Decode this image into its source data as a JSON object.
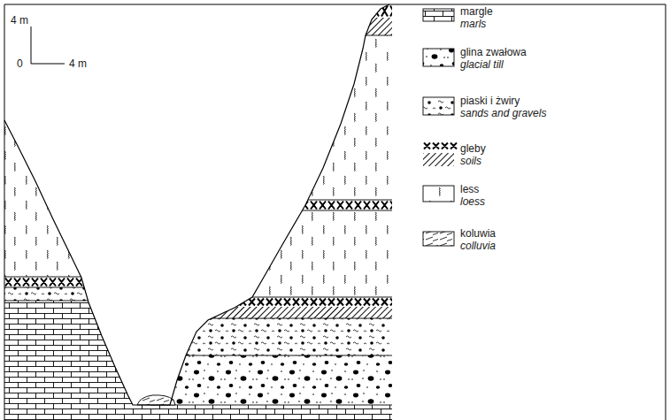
{
  "diagram": {
    "labels": [
      "4 m",
      "0",
      "4 m",
      "marls",
      "glacial till",
      "sands and gravels",
      "soils",
      "loess",
      "colluvia"
    ],
    "legend": [
      {
        "text": "margle"
      },
      {
        "text": "glina zwałowa"
      },
      {
        "text": "piaski i żwiry"
      },
      {
        "text": "gleby"
      },
      {
        "text": "less"
      },
      {
        "text": "koluwia"
      }
    ]
  }
}
